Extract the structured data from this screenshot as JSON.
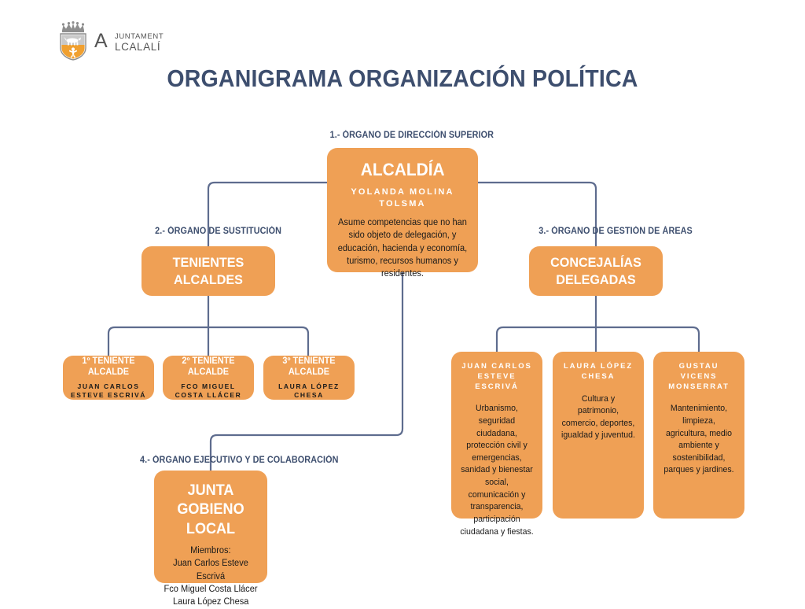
{
  "logo": {
    "crest_icon": "coat-of-arms-icon",
    "line1": "JUNTAMENT",
    "line2": "LCALALÍ",
    "big_letter": "A"
  },
  "title": "ORGANIGRAMA ORGANIZACIÓN POLÍTICA",
  "colors": {
    "box": "#EFA055",
    "navy": "#3D4E6E",
    "connector": "#5E6C8E",
    "background": "#FFFFFF"
  },
  "captions": {
    "level1": "1.- ÓRGANO DE DIRECCIÓN SUPERIOR",
    "level2": "2.- ÓRGANO DE SUSTITUCIÓN",
    "level3": "3.- ÓRGANO DE GESTIÓN DE ÁREAS",
    "level4": "4.- ÓRGANO EJECUTIVO Y DE COLABORACIÓN"
  },
  "nodes": {
    "alcaldia": {
      "title": "ALCALDÍA",
      "person": "YOLANDA MOLINA TOLSMA",
      "description": "Asume competencias que no han sido objeto de delegación, y educación, hacienda y economía, turismo, recursos humanos y residentes."
    },
    "tenientes": {
      "title": "TENIENTES ALCALDES"
    },
    "concejalias": {
      "title": "CONCEJALÍAS DELEGADAS"
    },
    "tenientes_list": [
      {
        "title": "1º TENIENTE ALCALDE",
        "person": "JUAN CARLOS ESTEVE ESCRIVÁ"
      },
      {
        "title": "2º TENIENTE ALCALDE",
        "person": "FCO MIGUEL COSTA LLÁCER"
      },
      {
        "title": "3º TENIENTE ALCALDE",
        "person": "LAURA LÓPEZ CHESA"
      }
    ],
    "concejales_list": [
      {
        "person": "JUAN CARLOS ESTEVE ESCRIVÁ",
        "areas": "Urbanismo, seguridad ciudadana, protección civil y emergencias, sanidad y bienestar social, comunicación y transparencia, participación ciudadana y fiestas."
      },
      {
        "person": "LAURA LÓPEZ CHESA",
        "areas": "Cultura y patrimonio, comercio, deportes, igualdad y juventud."
      },
      {
        "person": "GUSTAU VICENS MONSERRAT",
        "areas": "Mantenimiento, limpieza, agricultura, medio ambiente y sostenibilidad, parques y jardines."
      }
    ],
    "junta": {
      "title": "JUNTA GOBIENO LOCAL",
      "members_label": "Miembros:",
      "members": [
        "Juan Carlos Esteve Escrivá",
        "Fco Miguel Costa Llácer",
        "Laura López Chesa"
      ]
    }
  }
}
